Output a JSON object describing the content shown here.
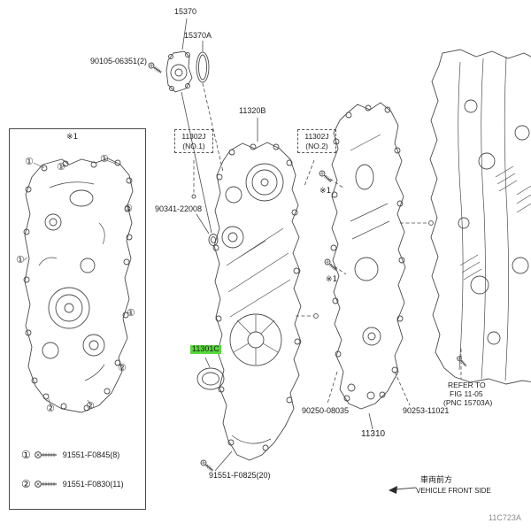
{
  "page": {
    "drawing_code": "11C723A",
    "note_symbol": "※1",
    "front_marker": {
      "jp": "車両前方",
      "en": "VEHICLE FRONT SIDE"
    },
    "colors": {
      "highlight_green": "#58D83C",
      "line": "#4a4a4a",
      "text": "#1c1c1c"
    },
    "labels": {
      "p15370": "15370",
      "p15370A": "15370A",
      "b90105": "90105-06351(2)",
      "p11320B": "11320B",
      "p11302J": "11302J",
      "no1": "(NO.1)",
      "no2": "(NO.2)",
      "p90341": "90341-22008",
      "p11301C": "11301C",
      "b91551F0825": "91551-F0825(20)",
      "b90250": "90250-08035",
      "b90253": "90253-11021",
      "p11310": "11310",
      "refer_line1": "REFER TO",
      "refer_line2": "FIG 11-05",
      "refer_line3": "(PNC 15703A)"
    },
    "legend": [
      {
        "num": "①",
        "part": "91551-F0845(8)"
      },
      {
        "num": "②",
        "part": "91551-F0830(11)"
      }
    ],
    "callouts": [
      "①",
      "①",
      "①",
      "①",
      "①",
      "①",
      "②",
      "②",
      "②"
    ],
    "icon_names": [
      "bolt-icon",
      "plug-icon",
      "oil-seal",
      "front-arrow-icon"
    ]
  }
}
